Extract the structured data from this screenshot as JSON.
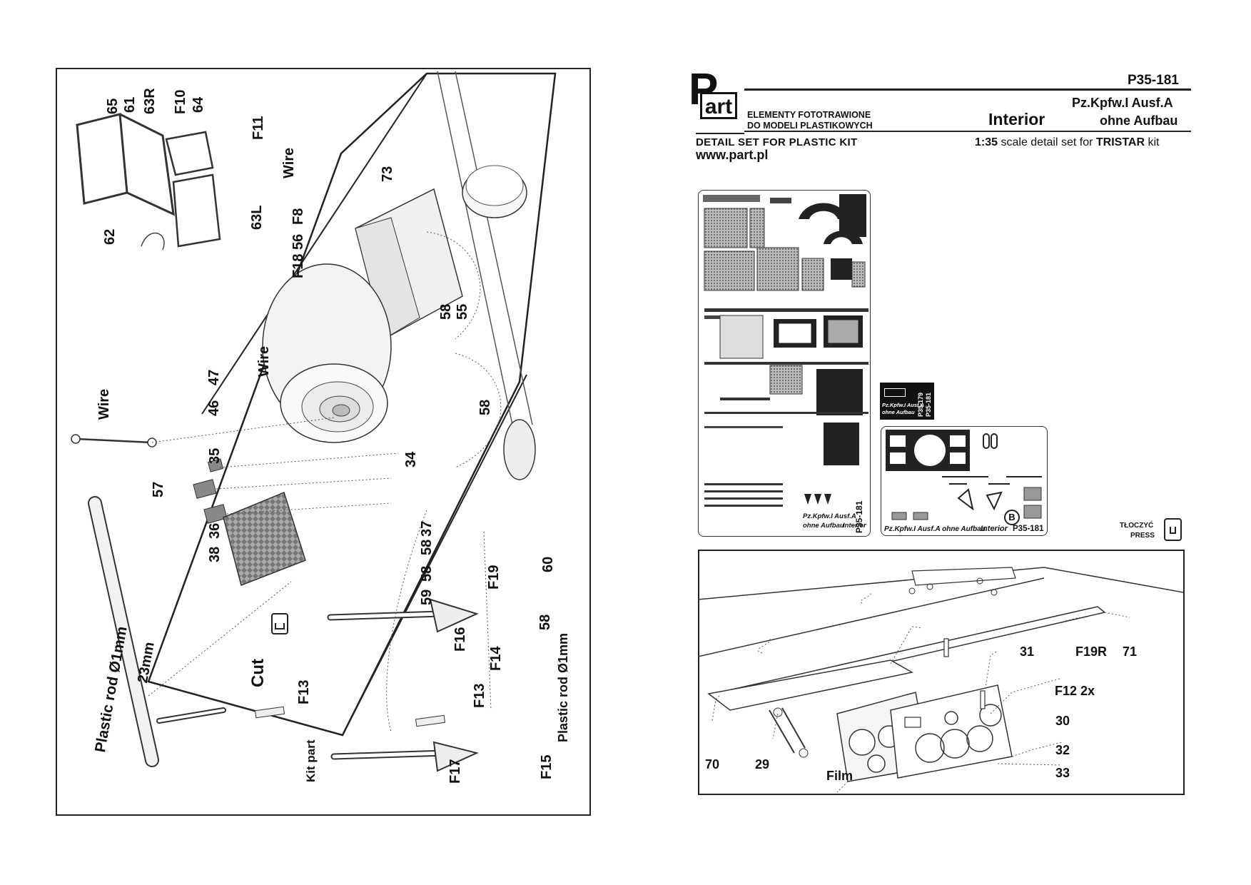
{
  "brand": {
    "logo_letter": "P",
    "logo_word": "art",
    "polish_line1": "ELEMENTY FOTOTRAWIONE",
    "polish_line2": "DO MODELI PLASTIKOWYCH",
    "english_line": "DETAIL SET FOR PLASTIC KIT",
    "website": "www.part.pl"
  },
  "product": {
    "code": "P35-181",
    "subject": "Interior",
    "name_line1": "Pz.Kpfw.I Ausf.A",
    "name_line2": "ohne Aufbau",
    "scale": "1:35",
    "scale_text": "scale detail set for",
    "kit_maker": "TRISTAR",
    "kit_suffix": "kit"
  },
  "left_diagram": {
    "labels_rotated": [
      "65",
      "61",
      "63R",
      "F10",
      "64",
      "F11",
      "Wire",
      "62",
      "63L",
      "73",
      "F8",
      "56",
      "F18",
      "58",
      "55",
      "Wire",
      "47",
      "46",
      "58",
      "Wire",
      "57",
      "35",
      "36",
      "38",
      "34",
      "37",
      "58",
      "58",
      "59",
      "F19",
      "60",
      "58",
      "F16",
      "F14",
      "Plastic rod Ø1mm",
      "23mm",
      "Cut",
      "F13",
      "F13",
      "Plastic rod Ø1mm",
      "Kit part",
      "F17",
      "F15"
    ]
  },
  "fret_a": {
    "title_line1": "Pz.Kpfw.I Ausf.A",
    "title_line2": "ohne Aufbau",
    "subject": "Interior",
    "code": "P35-181"
  },
  "fret_small": {
    "line1": "Pz.Kpfw.I Ausf.A",
    "line2": "ohne Aufbau",
    "code1": "P35-179",
    "code2": "P35-181"
  },
  "fret_b": {
    "letter": "B",
    "footer": "Pz.Kpfw.I Ausf.A ohne Aufbau",
    "subject": "Interior",
    "code": "P35-181"
  },
  "press": {
    "line1": "TŁOCZYĆ",
    "line2": "PRESS"
  },
  "bottom_diagram": {
    "labels": {
      "l31": "31",
      "lF19R": "F19R",
      "l71": "71",
      "lF12": "F12 2x",
      "l30": "30",
      "l32": "32",
      "l33": "33",
      "l70": "70",
      "l29": "29",
      "lFilm": "Film"
    }
  }
}
